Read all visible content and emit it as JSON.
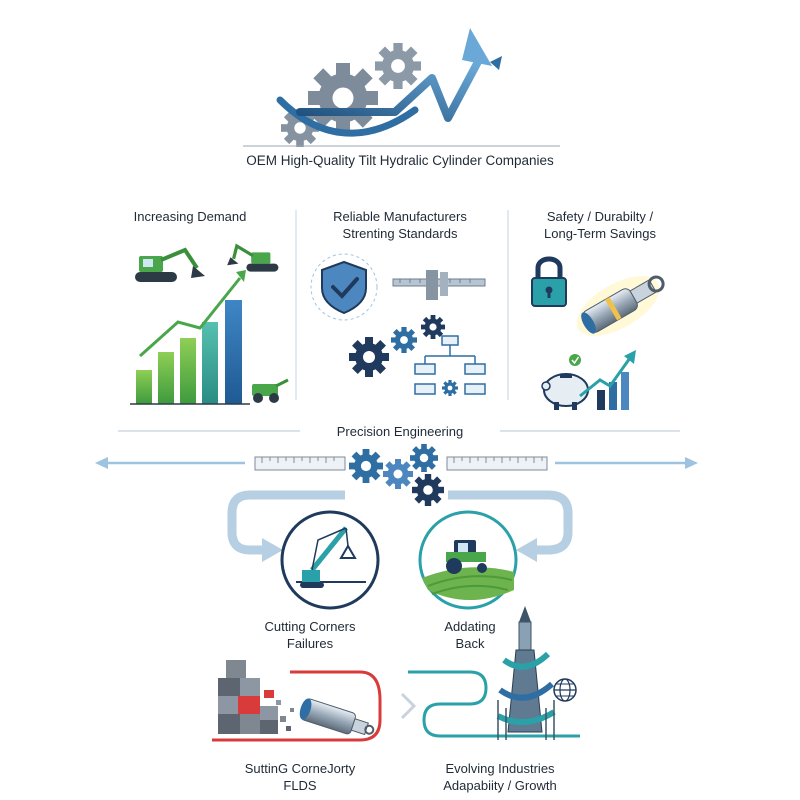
{
  "title": "OEM High-Quality Tilt Hydralic Cylinder Companies",
  "columns": [
    {
      "lines": [
        "Increasing Demand"
      ],
      "icons": [
        "excavator-icon",
        "bar-chart-icon",
        "trend-arrow-icon",
        "loader-icon"
      ]
    },
    {
      "lines": [
        "Reliable Manufacturers",
        "Strenting Standards"
      ],
      "icons": [
        "shield-check-icon",
        "caliper-icon",
        "gear-icon",
        "flowchart-icon"
      ]
    },
    {
      "lines": [
        "Safety / Durabilty /",
        "Long-Term Savings"
      ],
      "icons": [
        "padlock-icon",
        "cylinder-icon",
        "piggy-bank-icon",
        "growth-chart-icon"
      ]
    }
  ],
  "middle": {
    "title": "Precision Engineering",
    "icons": [
      "ruler-icon",
      "gear-cluster-icon",
      "ruler-icon"
    ]
  },
  "left_circle": {
    "icon": "crane-icon",
    "lines": [
      "Cutting Corners",
      "Failures"
    ]
  },
  "right_circle": {
    "icon": "tractor-icon",
    "lines": [
      "Addating",
      "Back"
    ]
  },
  "bottom_left": {
    "lines": [
      "SuttinG CorneJorty",
      "FLDS"
    ],
    "icons": [
      "crumbling-blocks-icon",
      "broken-cylinder-icon"
    ]
  },
  "bottom_right": {
    "lines": [
      "Evolving Industries",
      "Adapabiity / Growth"
    ],
    "icons": [
      "tower-icon",
      "globe-icon"
    ]
  },
  "colors": {
    "navy": "#1f3a5c",
    "blue": "#2f6ea3",
    "light_blue": "#9dc3e0",
    "green": "#4aa64a",
    "teal": "#2aa1a8",
    "red": "#d93a3a",
    "gray": "#8d97a3"
  }
}
